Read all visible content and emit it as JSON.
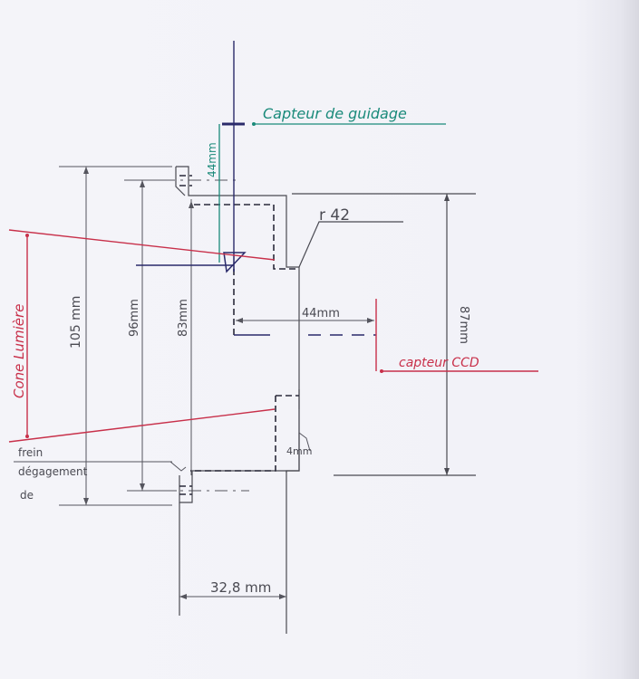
{
  "colors": {
    "paper": "#f3f3f8",
    "pencil": "#4a4a52",
    "ink_dark": "#2a2a6a",
    "teal": "#1a8a7a",
    "red": "#c8304a"
  },
  "labels": {
    "capteur_guidage": "Capteur de guidage",
    "capteur_ccd": "capteur CCD",
    "cone_lumiere": "Cone Lumière",
    "frein_line1": "frein",
    "frein_line2": "dégagement",
    "frein_line3": "de",
    "radius": "r 42"
  },
  "dimensions": {
    "d_105": "105 mm",
    "d_96": "96mm",
    "d_83": "83mm",
    "d_87": "87mm",
    "d_44_horizontal": "44mm",
    "d_44_vertical": "44mm",
    "d_4": "4mm",
    "d_32_8": "32,8 mm"
  }
}
